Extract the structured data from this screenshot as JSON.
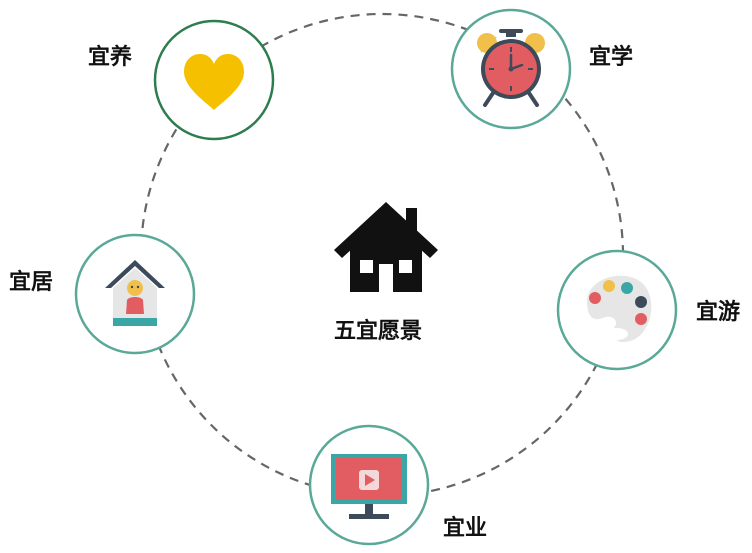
{
  "center": {
    "title": "五宜愿景",
    "icon": "house-icon"
  },
  "nodes": [
    {
      "id": "yiyang",
      "label": "宜养",
      "icon": "heart-icon",
      "ring_color": "#2e7d4f",
      "icon_color": "#f5c000"
    },
    {
      "id": "yixue",
      "label": "宜学",
      "icon": "alarm-clock-icon",
      "ring_color": "#5aa898",
      "icon_color": "#e25d61"
    },
    {
      "id": "yiyou",
      "label": "宜游",
      "icon": "paint-palette-icon",
      "ring_color": "#5aa898",
      "icon_color": "#e6e6e6"
    },
    {
      "id": "yiye",
      "label": "宜业",
      "icon": "monitor-play-icon",
      "ring_color": "#5aa898",
      "icon_color": "#e25d61"
    },
    {
      "id": "yiju",
      "label": "宜居",
      "icon": "home-child-icon",
      "ring_color": "#5aa898",
      "icon_color": "#3c4a5a"
    }
  ],
  "colors": {
    "dashed_ring": "#666666",
    "text": "#111111",
    "house": "#111111"
  }
}
